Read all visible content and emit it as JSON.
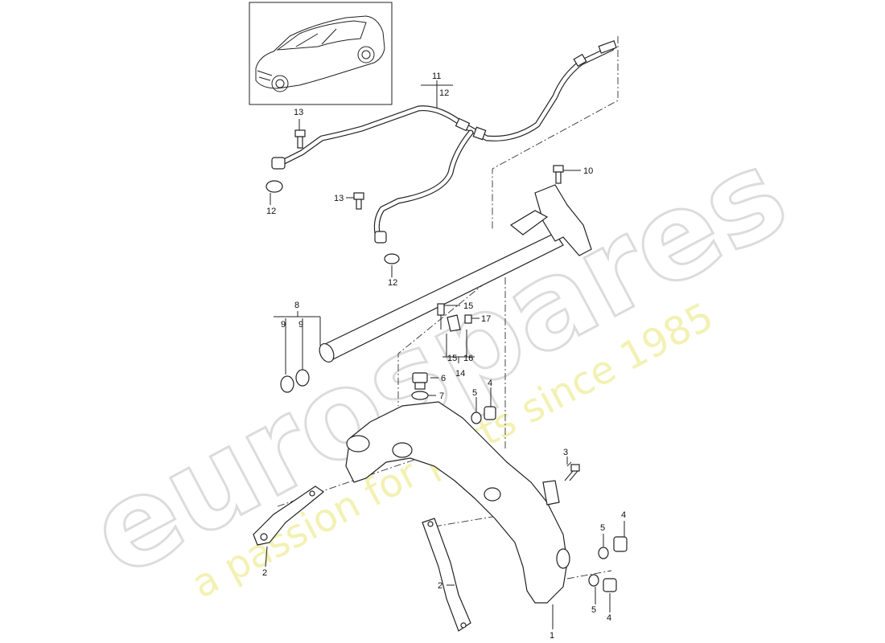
{
  "watermark": {
    "brand": "eurospares",
    "tagline": "a passion for parts since 1985"
  },
  "callouts": {
    "c1": "1",
    "c2a": "2",
    "c2b": "2",
    "c3": "3",
    "c4a": "4",
    "c4b": "4",
    "c4c": "4",
    "c5a": "5",
    "c5b": "5",
    "c5c": "5",
    "c6": "6",
    "c7": "7",
    "c8": "8",
    "c9a": "9",
    "c9b": "9",
    "c10": "10",
    "c11": "11",
    "c12a": "12",
    "c12b": "12",
    "c12c": "12",
    "c13a": "13",
    "c13b": "13",
    "c14": "14",
    "c15a": "15",
    "c15b": "15",
    "c16": "16",
    "c17": "17"
  },
  "colors": {
    "line": "#222222",
    "watermark_brand": "#dcdcdc",
    "watermark_tagline": "#f2efa6"
  }
}
